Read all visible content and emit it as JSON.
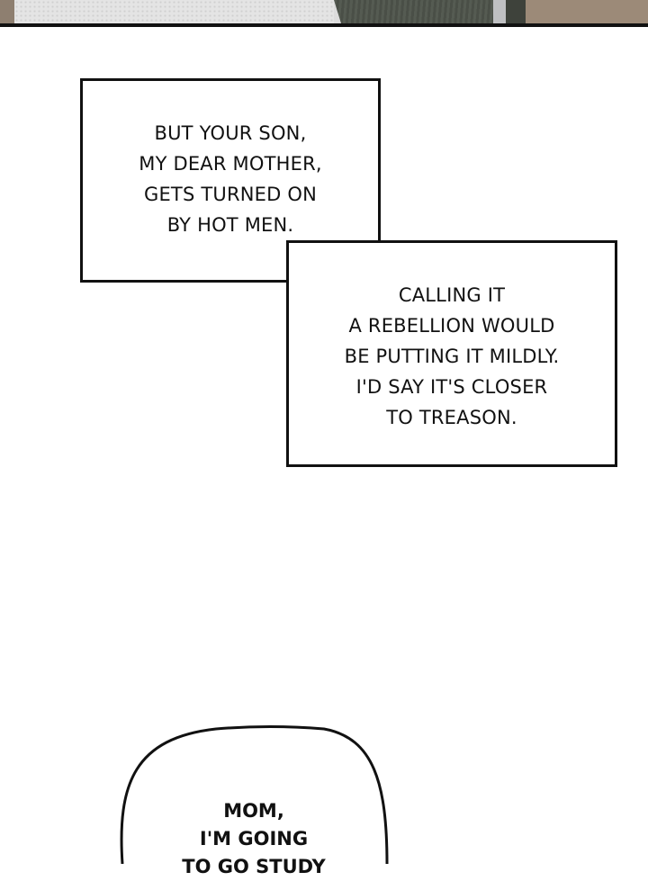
{
  "top_panel": {
    "description": "cropped artwork strip: patterned light wall, dark green striped fabric, tan background",
    "colors": {
      "border": "#111111",
      "wall": "#e4e4e4",
      "fabric": "#4f544c",
      "tan": "#9c8a78"
    }
  },
  "caption_1": {
    "lines": [
      "BUT YOUR SON,",
      "MY DEAR MOTHER,",
      "GETS TURNED ON",
      "BY HOT MEN."
    ]
  },
  "caption_2": {
    "lines": [
      "CALLING IT",
      "A REBELLION WOULD",
      "BE PUTTING IT MILDLY.",
      "I'D SAY IT'S CLOSER",
      "TO TREASON."
    ]
  },
  "speech_bubble": {
    "lines": [
      "MOM,",
      "I'M GOING",
      "TO GO STUDY"
    ]
  }
}
